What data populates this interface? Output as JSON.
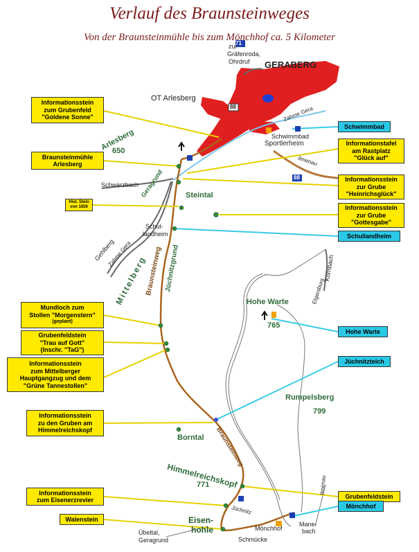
{
  "title": "Verlauf des Braunsteinweges",
  "subtitle": "Von der Braunsteinmühle bis zum Mönchhof ca. 5 Kilometer",
  "left_boxes": [
    [
      "Informationsstein",
      "zum Grubenfeld",
      "\"Goldene Sonne\""
    ],
    [
      "Braunsteinmühle",
      "Arlesberg"
    ],
    [
      "Hist. Stein",
      "von 1659"
    ],
    [
      "Mundloch zum",
      "Stollen \"Morgenstern\"",
      "(geplant)"
    ],
    [
      "Grubenfeldstein",
      "\"Trau auf Gott\"",
      "(Inschr. \"TaG\")"
    ],
    [
      "Informationsstein",
      "zum Mittelberger",
      "Hauptgangzug und dem",
      "\"Grüne Tannestollen\""
    ],
    [
      "Informationsstein",
      "zu den Gruben am",
      "Himmelreichskopf"
    ],
    [
      "Informationsstein",
      "zum Eisenerzrevier"
    ],
    [
      "Walenstein"
    ]
  ],
  "right_boxes": [
    [
      "Schwimmbad"
    ],
    [
      "Informationstafel",
      "am Rastplatz",
      "\"Glück auf\""
    ],
    [
      "Informationsstein",
      "zur Grube",
      "\"Heinrichsglück\""
    ],
    [
      "Informationsstein",
      "zur Grube",
      "\"Gottesgabe\""
    ],
    [
      "Schullandheim"
    ],
    [
      "Hohe Warte"
    ],
    [
      "Jüchnitzteich"
    ],
    [
      "Grubenfeldstein"
    ],
    [
      "Mönchhof"
    ]
  ],
  "places": {
    "geraberg": "GERABERG",
    "ot_arlesberg": "OT Arlesberg",
    "zur_graefenroda": "zur",
    "graefenroda": "Gräfenroda,",
    "ohrdruf": "Ohrdruf",
    "route_71": "71",
    "route_88a": "88",
    "route_88b": "88",
    "zahme_gera_top": "Zahme Gera",
    "schwimmbad": "Schwimmbad",
    "sportlerheim": "Sportlerheim",
    "ilmenau_top": "Ilmenau",
    "arlesberg": "Arlesberg",
    "arlesberg_height": "650",
    "schwarzbach": "Schwarzbach",
    "steintal": "Steintal",
    "geragrund": "Geragrund",
    "schullandheim_1": "Schul-",
    "schullandheim_2": "landheim",
    "gehlberg": "Gehlberg",
    "zahme_gera_left": "Zahme Gera",
    "mittelberg": "Mittelberg",
    "braunsteinweg_1": "Braunsteinweg",
    "juechnitzgrund": "Jüchnitzgrund",
    "kornbach": "Körnbach",
    "elgersburg": "Elgersburg",
    "hohe_warte": "Hohe Warte",
    "hohe_warte_height": "765",
    "rumpelsberg": "Rumpelsberg",
    "rumpelsberg_height": "799",
    "borntal": "Borntal",
    "braunsteinweg_2": "Braunsteinweg",
    "himmelreichskopf": "Himmelreichskopf",
    "himmelreichskopf_height": "771",
    "ilmenau_bottom": "Ilmenau",
    "juechnitz": "Jüchnitz",
    "eisenhohle_1": "Eisen-",
    "eisenhohle_2": "hohle",
    "uebeital": "Übeltal,",
    "geragrund_bottom": "Geragrund",
    "moenchhof": "Mönchhof",
    "manebach_1": "Mane-",
    "manebach_2": "bach",
    "schmuecke": "Schmücke",
    "marker_1": "1"
  },
  "colors": {
    "title": "#7a1a1a",
    "town": "#e02020",
    "yellow_box": "#ffea00",
    "cyan_box": "#29c9e6",
    "trail": "#a9631c",
    "green_label": "#2f6b3a"
  }
}
